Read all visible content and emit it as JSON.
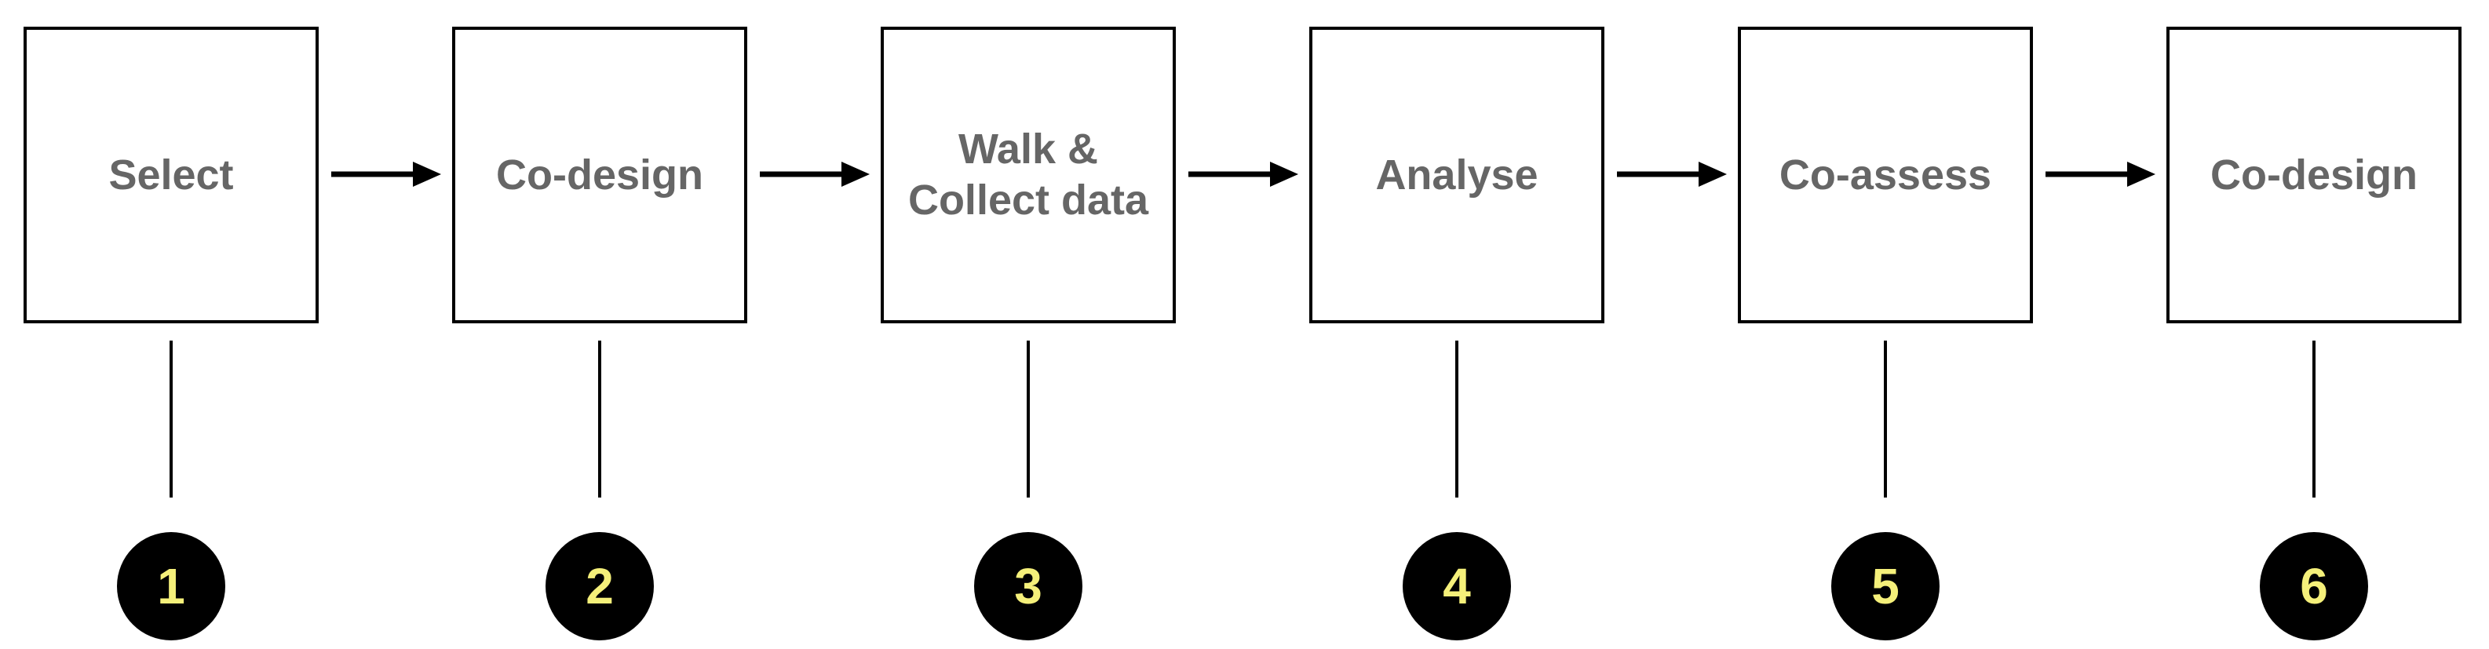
{
  "steps": [
    {
      "number": "1",
      "label": "Select"
    },
    {
      "number": "2",
      "label": "Co-design"
    },
    {
      "number": "3",
      "label": "Walk &\nCollect data"
    },
    {
      "number": "4",
      "label": "Analyse"
    },
    {
      "number": "5",
      "label": "Co-assess"
    },
    {
      "number": "6",
      "label": "Co-design"
    }
  ],
  "colors": {
    "box_border": "#000000",
    "label_text": "#666666",
    "badge_fill": "#000000",
    "badge_number": "#f5f07a",
    "arrow": "#000000"
  }
}
